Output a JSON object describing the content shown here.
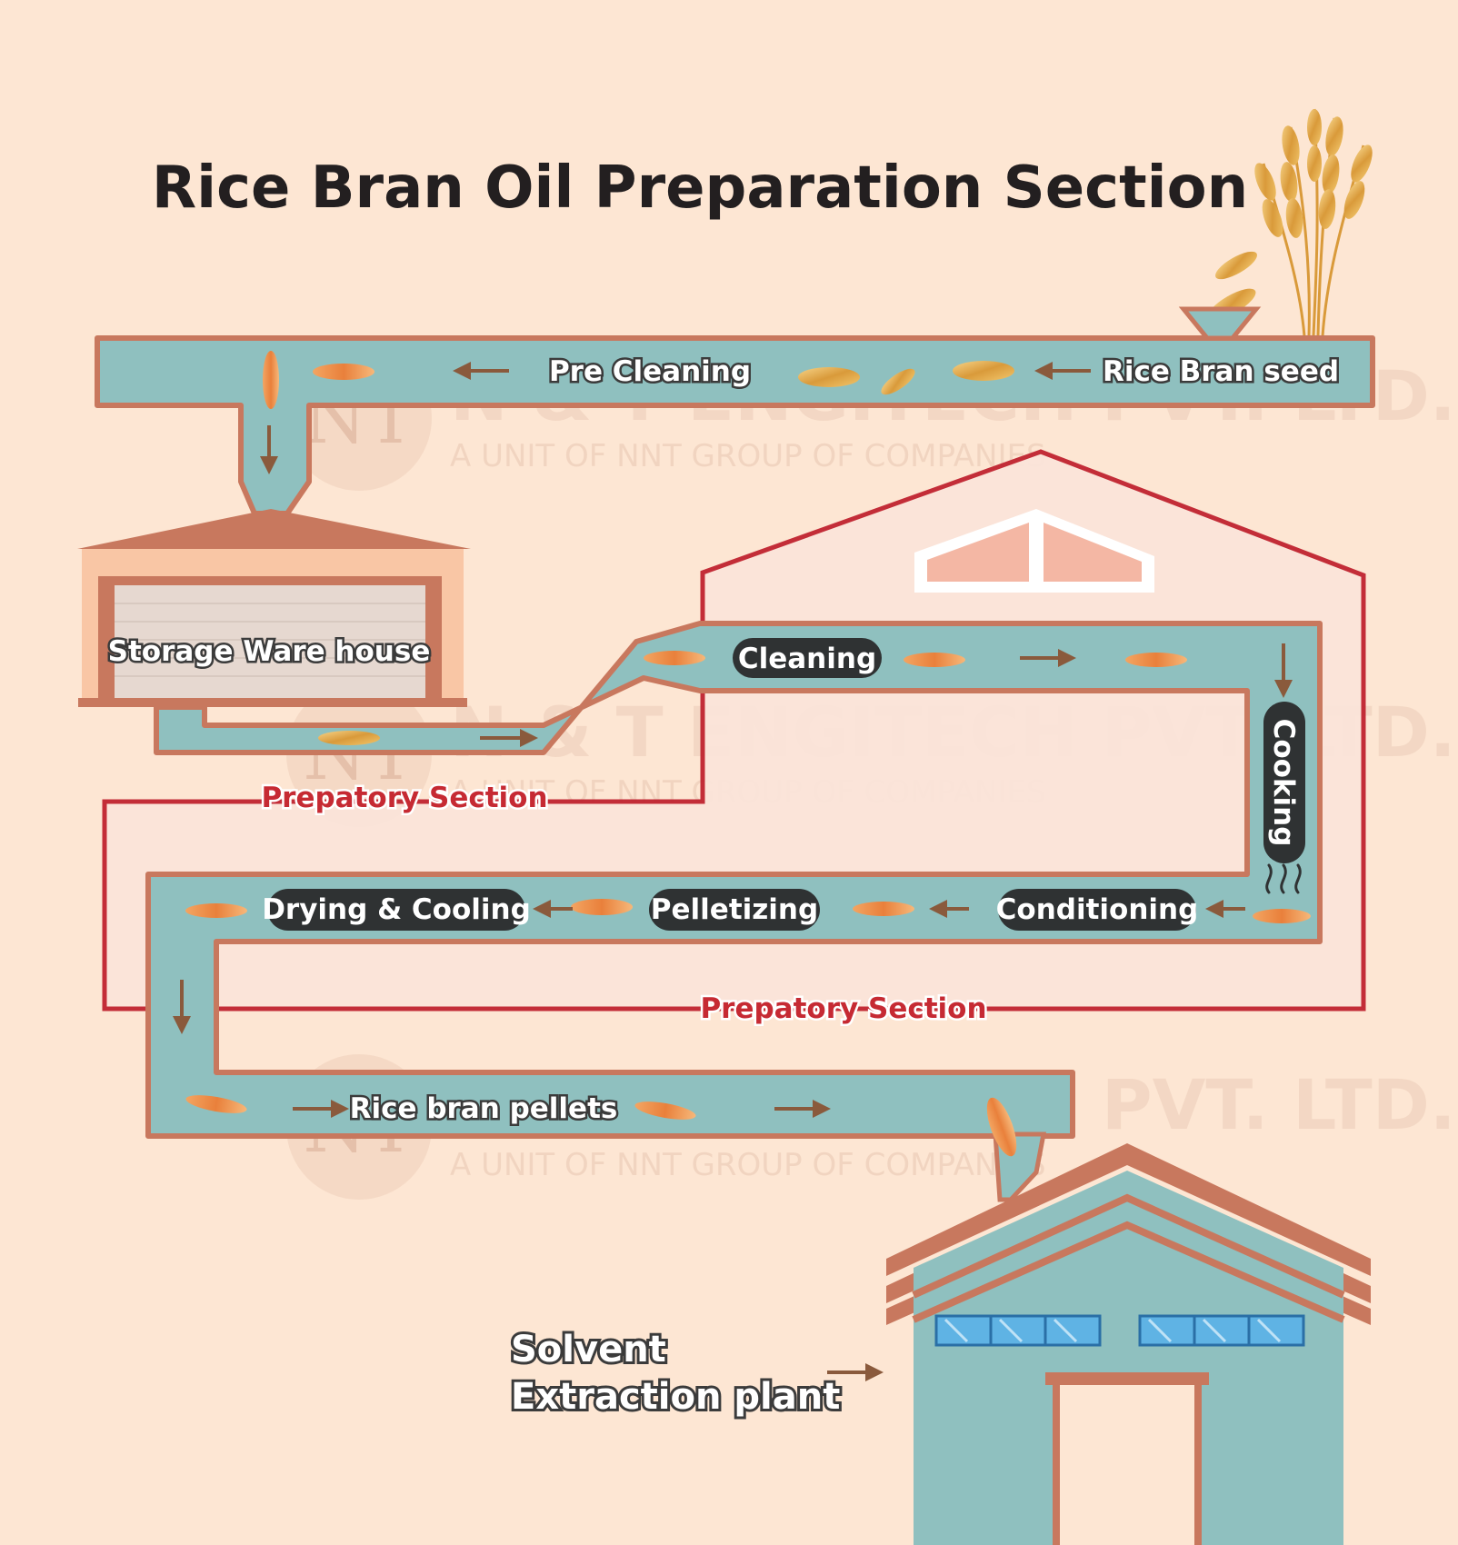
{
  "title": "Rice Bran Oil Preparation Section",
  "watermark": {
    "company": "N & T ENGITECH PVT. LTD.",
    "tagline": "A UNIT OF NNT GROUP OF COMPANIES",
    "logo_letters": "NT"
  },
  "labels": {
    "rice_bran_seed": "Rice Bran seed",
    "pre_cleaning": "Pre Cleaning",
    "storage_warehouse": "Storage Ware house",
    "prepatory_section_top": "Prepatory Section",
    "prepatory_section_bottom": "Prepatory Section",
    "rice_bran_pellets": "Rice bran pellets",
    "solvent_line1": "Solvent",
    "solvent_line2": "Extraction plant"
  },
  "steps": {
    "cleaning": "Cleaning",
    "cooking": "Cooking",
    "conditioning": "Conditioning",
    "pelletizing": "Pelletizing",
    "drying_cooling": "Drying & Cooling"
  },
  "colors": {
    "background": "#fde6d3",
    "pipe_fill": "#8fc0bf",
    "pipe_stroke": "#c8785e",
    "section_border": "#c02430",
    "section_fill": "#fbe4da",
    "pill": "#2f3233",
    "arrow": "#8a5a3c",
    "grain": "#e8873f"
  }
}
